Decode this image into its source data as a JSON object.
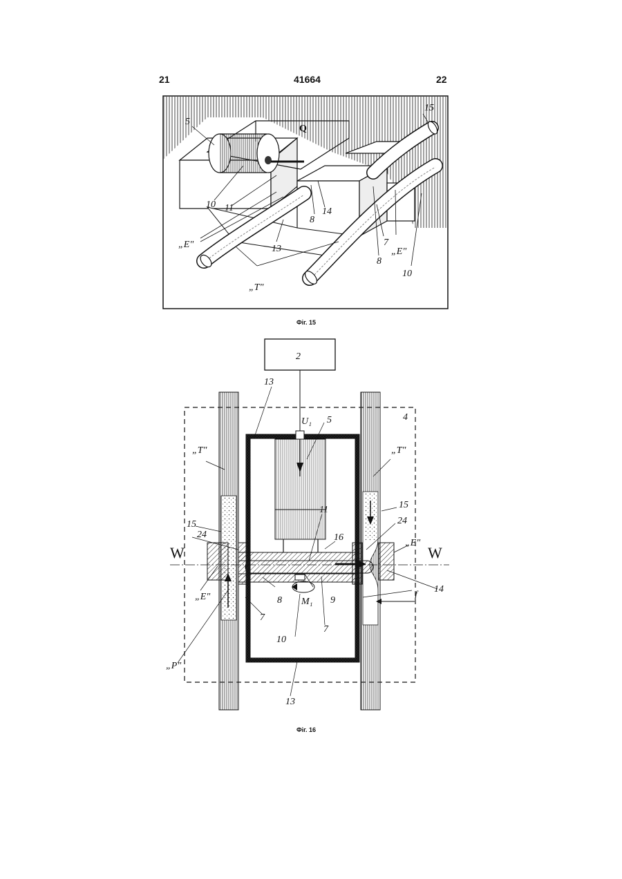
{
  "header": {
    "left_page": "21",
    "patent_number": "41664",
    "right_page": "22"
  },
  "fig15": {
    "caption": "Фіг. 15",
    "labels": {
      "l5": "5",
      "lQ": "Q",
      "l15": "15",
      "l10a": "10",
      "l11": "11",
      "l8a": "8",
      "l14": "14",
      "lEa": "„E\"",
      "l13": "13",
      "l7": "7",
      "l8b": "8",
      "lEb": "„E\"",
      "lT": "„T\"",
      "l10b": "10"
    }
  },
  "fig16": {
    "caption": "Фіг. 16",
    "labels": {
      "l2": "2",
      "l13a": "13",
      "lU": "U₁",
      "l5": "5",
      "l4": "4",
      "lTa": "„T\"",
      "lTb": "„T\"",
      "l15a": "15",
      "l15b": "15",
      "l11": "11",
      "l24a": "24",
      "l24b": "24",
      "l16": "16",
      "lWa": "W",
      "lWb": "W",
      "lEa": "„E\"",
      "lEb": "„E\"",
      "l14": "14",
      "l8": "8",
      "lM": "M₁",
      "l9": "9",
      "l7a": "7",
      "l7b": "7",
      "lf": "f",
      "l10": "10",
      "lP": "„P\"",
      "l13b": "13"
    }
  }
}
